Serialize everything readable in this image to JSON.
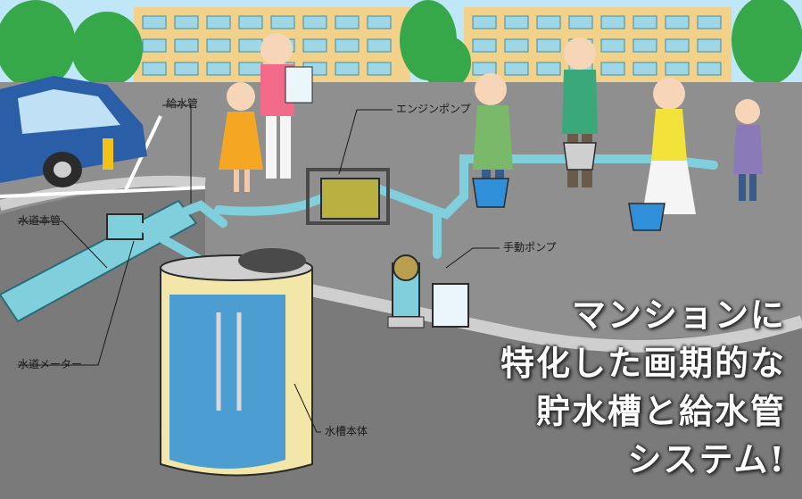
{
  "labels": {
    "supply_pipe": "給水管",
    "engine_pump": "エンジンポンプ",
    "main_pipe": "水道本管",
    "hand_pump": "手動ポンプ",
    "water_meter": "水道メーター",
    "tank_body": "水槽本体"
  },
  "headline": {
    "line1": "マンションに",
    "line2": "特化した画期的な",
    "line3": "貯水槽と給水管",
    "line4": "システム!"
  },
  "colors": {
    "sky": "#bfe7f7",
    "ground": "#8f8f8f",
    "pipe": "#7fd0dc",
    "water": "#2f8fd8",
    "tank_fill": "#f2e7a8",
    "building": "#f2d28a",
    "tree": "#37a84a",
    "car": "#2a5fa8"
  }
}
